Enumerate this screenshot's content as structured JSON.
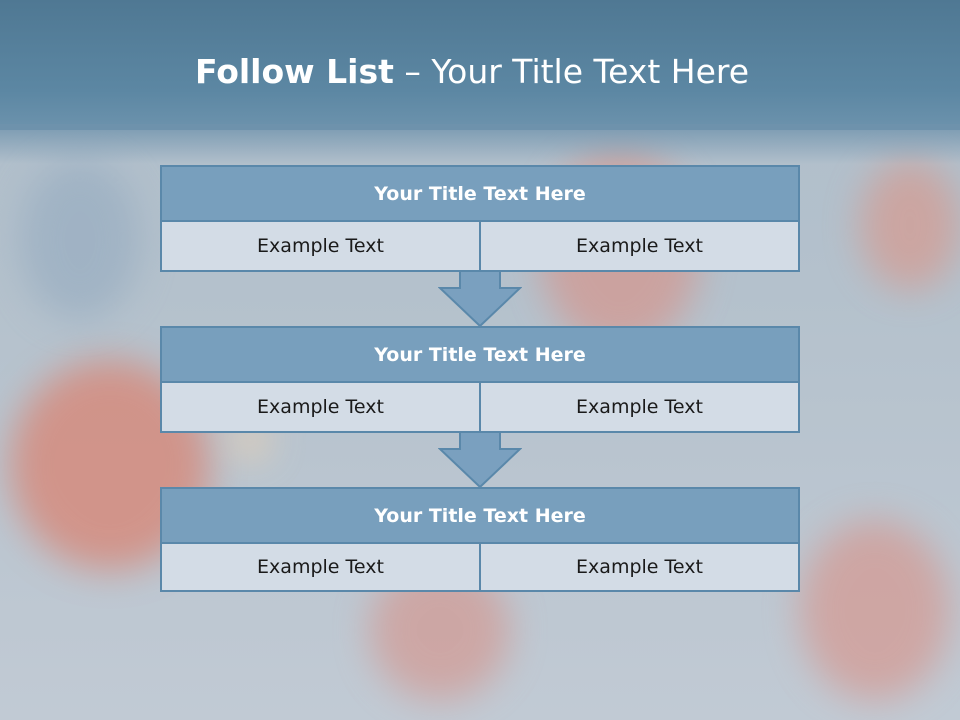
{
  "title": {
    "bold": "Follow List",
    "rest": " – Your Title Text Here"
  },
  "blocks": [
    {
      "title": "Your Title Text Here",
      "left": "Example Text",
      "right": "Example Text"
    },
    {
      "title": "Your Title Text Here",
      "left": "Example Text",
      "right": "Example Text"
    },
    {
      "title": "Your Title Text Here",
      "left": "Example Text",
      "right": "Example Text"
    }
  ],
  "colors": {
    "header": "#5c87a3",
    "block_title": "#789fbd",
    "cell": "#d3dce6",
    "border": "#5a88aa"
  }
}
